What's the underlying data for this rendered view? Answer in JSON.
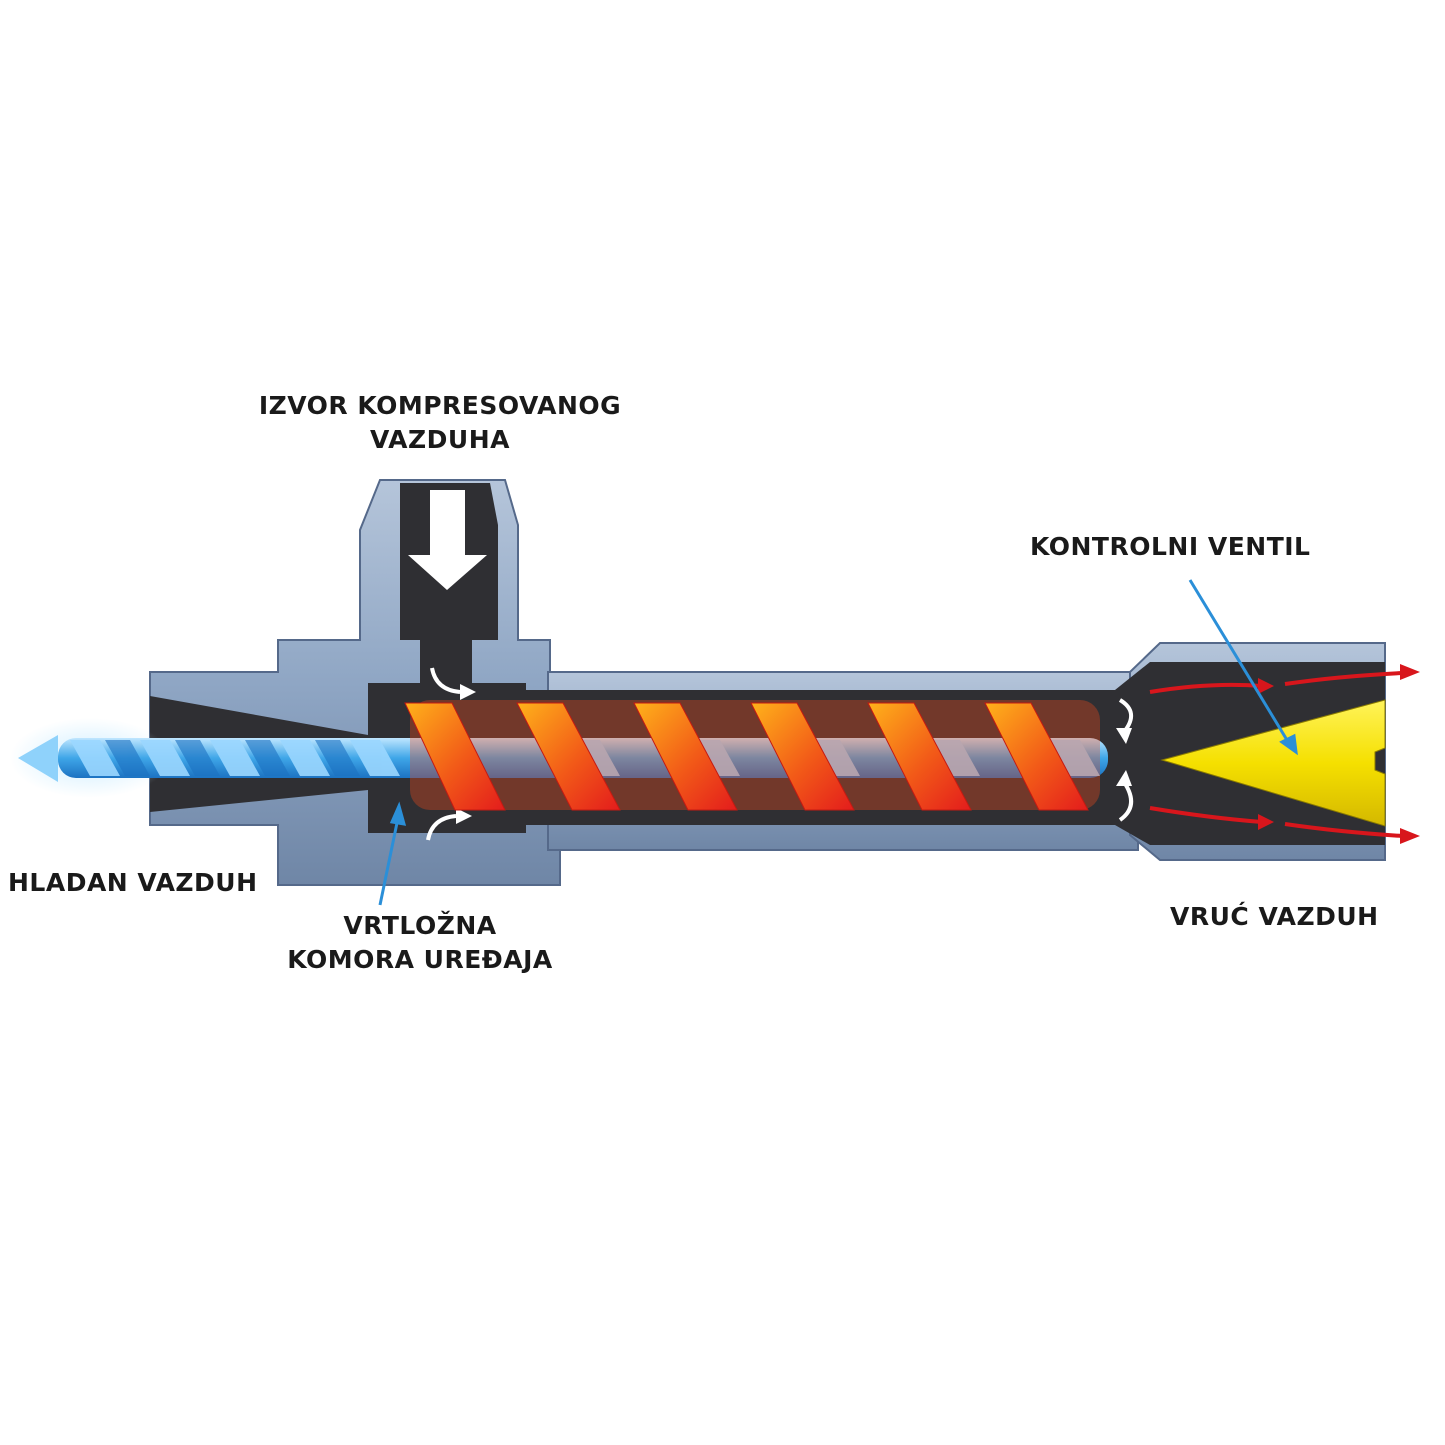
{
  "labels": {
    "source": [
      "IZVOR KOMPRESOVANOG",
      "VAZDUHA"
    ],
    "control_valve": "KONTROLNI VENTIL",
    "cold_air": "HLADAN VAZDUH",
    "chamber": [
      "VRTLOŽNA",
      "KOMORA UREĐAJA"
    ],
    "hot_air": "VRUĆ VAZDUH"
  },
  "colors": {
    "body_outer": "#8fa6c4",
    "body_inner": "#2f2f33",
    "cold_flow": "#3fa6e8",
    "hot_flow": "#e8341c",
    "hot_flow_light": "#f7a21a",
    "valve_cone": "#f5e000",
    "pointer": "#2b8fd8"
  },
  "icons": [
    "down-arrow-icon",
    "curved-arrow-icon",
    "cold-air-arrow-icon",
    "hot-air-arrow-icon"
  ]
}
